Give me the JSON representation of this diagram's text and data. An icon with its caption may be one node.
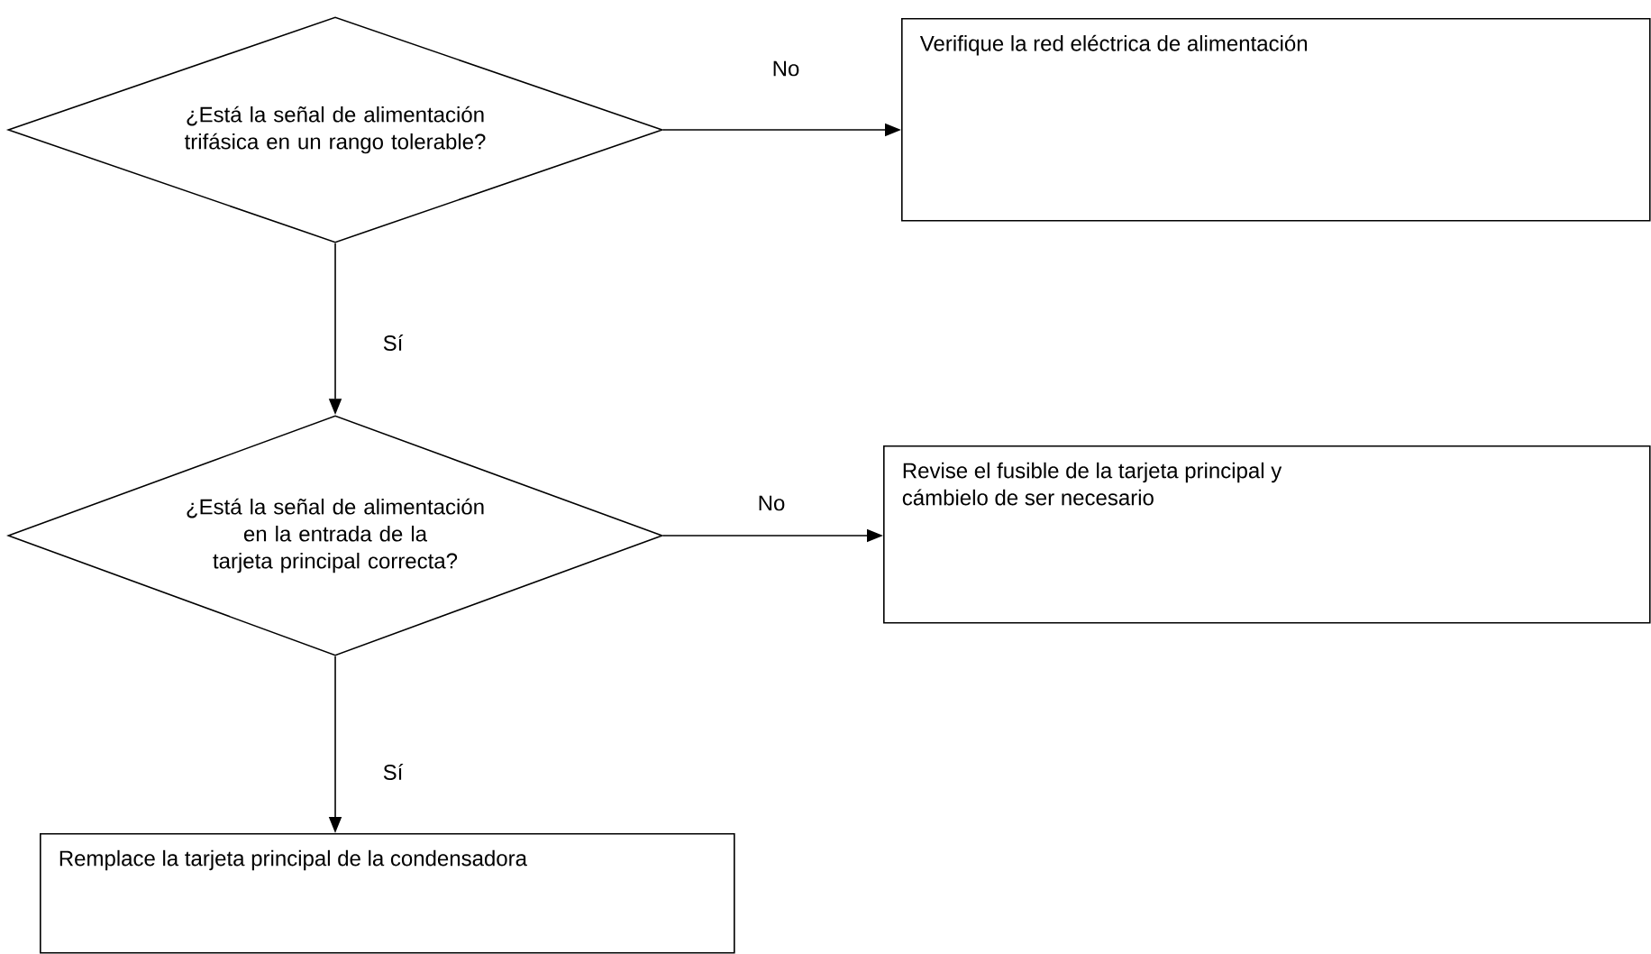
{
  "diagram": {
    "nodes": [
      {
        "text": [
          "¿Está la señal de alimentación trifásica en un rango tolerable?"
        ]
      },
      {
        "text": [
          "¿Está la señal de alimentación en la entrada de la tarjeta principal correcta?"
        ]
      },
      {
        "text": [
          "Remplace la tarjeta principal de la condensadora"
        ]
      },
      {
        "text": [
          "Verifique la red eléctrica de alimentación"
        ]
      },
      {
        "text": [
          "Revise el fusible de la tarjeta principal y cámbielo de ser necesario"
        ]
      }
    ],
    "edges": [
      {
        "from": 0,
        "to": 3,
        "arrow": "to",
        "label": "No"
      },
      {
        "from": 0,
        "to": 1,
        "arrow": "to",
        "label": "Sí"
      },
      {
        "from": 1,
        "to": 4,
        "arrow": "to",
        "label": "No"
      },
      {
        "from": 1,
        "to": 2,
        "arrow": "to",
        "label": "Sí"
      }
    ]
  }
}
